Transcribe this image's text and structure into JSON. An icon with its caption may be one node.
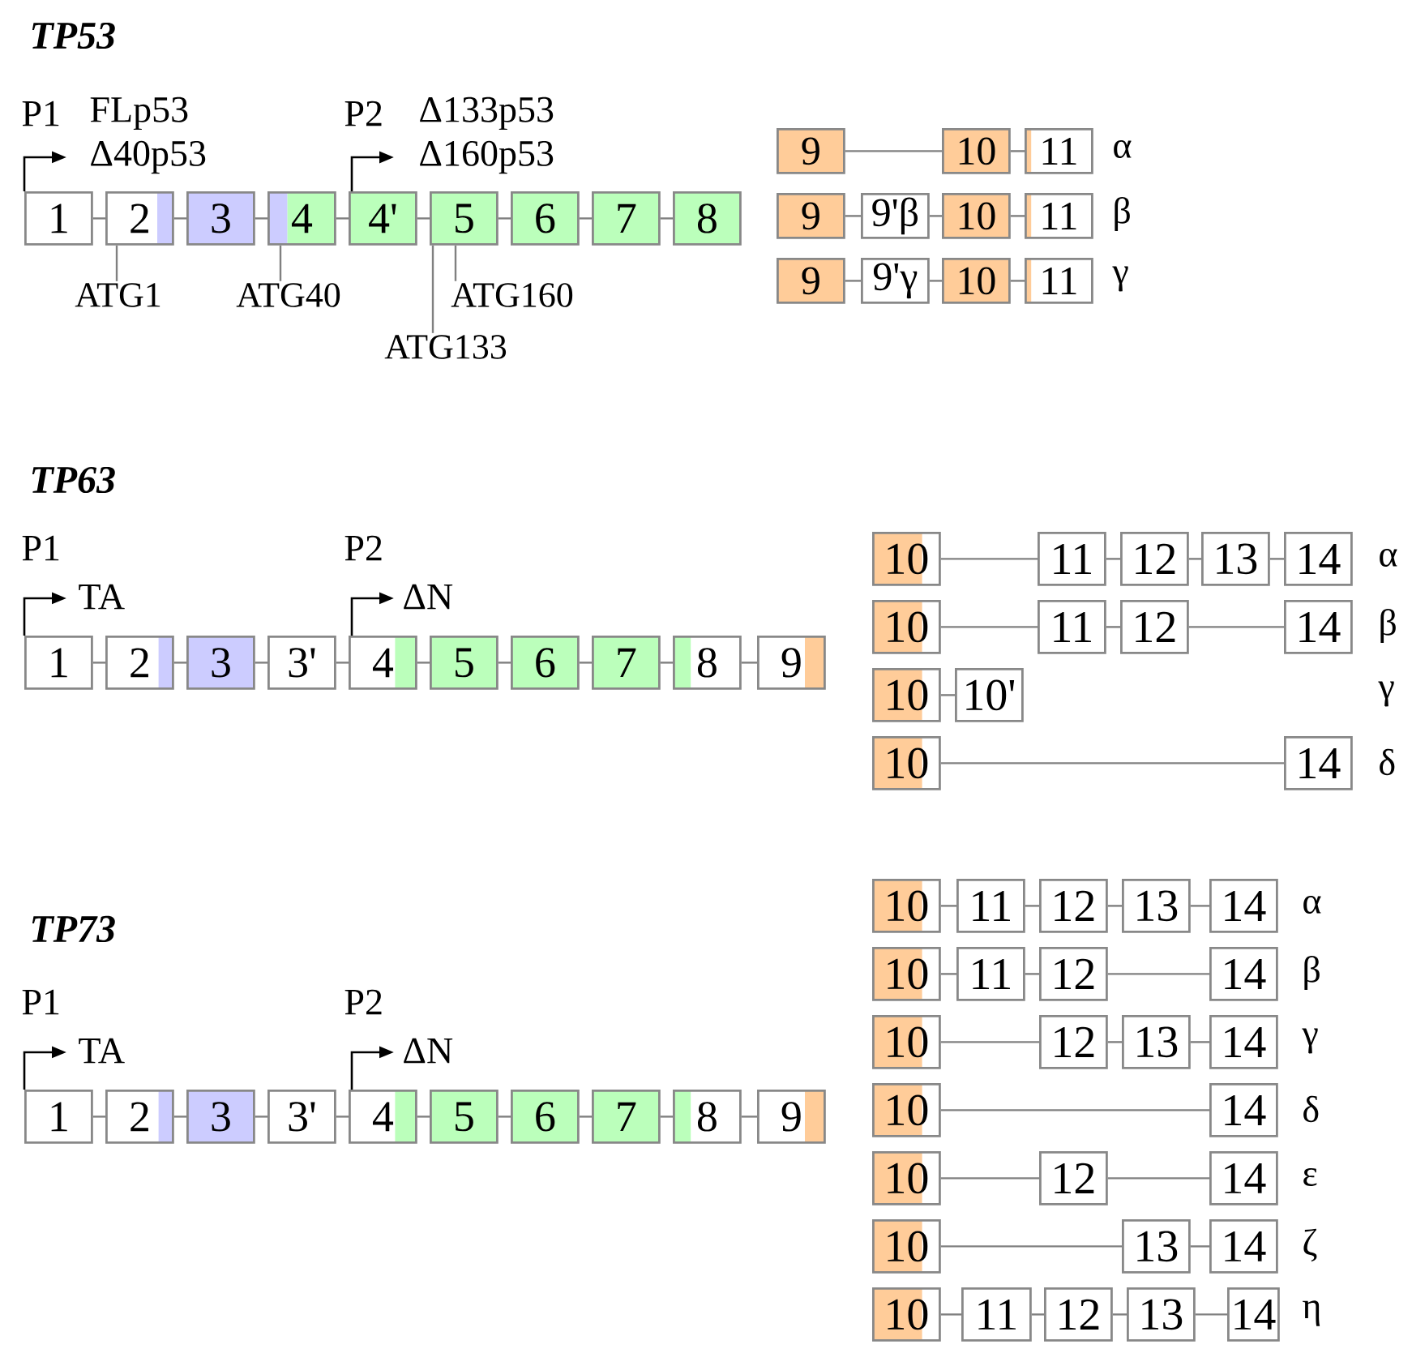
{
  "diagram": {
    "nodes": [
      {
        "text": [
          "1"
        ]
      },
      {
        "text": [
          "2"
        ]
      },
      {
        "text": [
          "3"
        ]
      },
      {
        "text": [
          "4"
        ]
      },
      {
        "text": [
          "4'"
        ]
      },
      {
        "text": [
          "5"
        ]
      },
      {
        "text": [
          "6"
        ]
      },
      {
        "text": [
          "7"
        ]
      },
      {
        "text": [
          "8"
        ]
      },
      {
        "text": [
          "ATG1"
        ]
      },
      {
        "text": [
          "ATG40"
        ]
      },
      {
        "text": [
          "ATG160"
        ]
      },
      {
        "text": [
          "ATG133"
        ]
      },
      {
        "text": [
          "9"
        ]
      },
      {
        "text": [
          "10"
        ]
      },
      {
        "text": [
          "11"
        ]
      },
      {
        "text": [
          "9"
        ]
      },
      {
        "text": [
          "9'β"
        ]
      },
      {
        "text": [
          "10"
        ]
      },
      {
        "text": [
          "11"
        ]
      },
      {
        "text": [
          "9"
        ]
      },
      {
        "text": [
          "9'γ"
        ]
      },
      {
        "text": [
          "10"
        ]
      },
      {
        "text": [
          "11"
        ]
      },
      {
        "text": [
          "1"
        ]
      },
      {
        "text": [
          "2"
        ]
      },
      {
        "text": [
          "3"
        ]
      },
      {
        "text": [
          "3'"
        ]
      },
      {
        "text": [
          "4"
        ]
      },
      {
        "text": [
          "5"
        ]
      },
      {
        "text": [
          "6"
        ]
      },
      {
        "text": [
          "7"
        ]
      },
      {
        "text": [
          "8"
        ]
      },
      {
        "text": [
          "9"
        ]
      },
      {
        "text": [
          "10"
        ]
      },
      {
        "text": [
          "11"
        ]
      },
      {
        "text": [
          "12"
        ]
      },
      {
        "text": [
          "13"
        ]
      },
      {
        "text": [
          "14"
        ]
      },
      {
        "text": [
          "10"
        ]
      },
      {
        "text": [
          "11"
        ]
      },
      {
        "text": [
          "12"
        ]
      },
      {
        "text": [
          "14"
        ]
      },
      {
        "text": [
          "10"
        ]
      },
      {
        "text": [
          "10'"
        ]
      },
      {
        "text": [
          "10"
        ]
      },
      {
        "text": [
          "14"
        ]
      },
      {
        "text": [
          "1"
        ]
      },
      {
        "text": [
          "2"
        ]
      },
      {
        "text": [
          "3"
        ]
      },
      {
        "text": [
          "3'"
        ]
      },
      {
        "text": [
          "4"
        ]
      },
      {
        "text": [
          "5"
        ]
      },
      {
        "text": [
          "6"
        ]
      },
      {
        "text": [
          "7"
        ]
      },
      {
        "text": [
          "8"
        ]
      },
      {
        "text": [
          "9"
        ]
      },
      {
        "text": [
          "10"
        ]
      },
      {
        "text": [
          "11"
        ]
      },
      {
        "text": [
          "12"
        ]
      },
      {
        "text": [
          "13"
        ]
      },
      {
        "text": [
          "14"
        ]
      },
      {
        "text": [
          "10"
        ]
      },
      {
        "text": [
          "11"
        ]
      },
      {
        "text": [
          "12"
        ]
      },
      {
        "text": [
          "14"
        ]
      },
      {
        "text": [
          "10"
        ]
      },
      {
        "text": [
          "12"
        ]
      },
      {
        "text": [
          "13"
        ]
      },
      {
        "text": [
          "14"
        ]
      },
      {
        "text": [
          "10"
        ]
      },
      {
        "text": [
          "14"
        ]
      },
      {
        "text": [
          "10"
        ]
      },
      {
        "text": [
          "12"
        ]
      },
      {
        "text": [
          "14"
        ]
      },
      {
        "text": [
          "10"
        ]
      },
      {
        "text": [
          "13"
        ]
      },
      {
        "text": [
          "14"
        ]
      },
      {
        "text": [
          "10"
        ]
      },
      {
        "text": [
          "11"
        ]
      },
      {
        "text": [
          "12"
        ]
      },
      {
        "text": [
          "13"
        ]
      },
      {
        "text": [
          "14"
        ]
      }
    ],
    "edges": [
      {
        "from": 0,
        "to": 1,
        "arrow": "none"
      },
      {
        "from": 1,
        "to": 2,
        "arrow": "none"
      },
      {
        "from": 2,
        "to": 3,
        "arrow": "none"
      },
      {
        "from": 3,
        "to": 4,
        "arrow": "none"
      },
      {
        "from": 4,
        "to": 5,
        "arrow": "none"
      },
      {
        "from": 5,
        "to": 6,
        "arrow": "none"
      },
      {
        "from": 6,
        "to": 7,
        "arrow": "none"
      },
      {
        "from": 7,
        "to": 8,
        "arrow": "none"
      },
      {
        "from": 9,
        "to": 1,
        "arrow": "none"
      },
      {
        "from": 10,
        "to": 3,
        "arrow": "none"
      },
      {
        "from": 11,
        "to": 5,
        "arrow": "none"
      },
      {
        "from": 12,
        "to": 5,
        "arrow": "none"
      },
      {
        "from": 13,
        "to": 14,
        "arrow": "none"
      },
      {
        "from": 14,
        "to": 15,
        "arrow": "none"
      },
      {
        "from": 16,
        "to": 17,
        "arrow": "none"
      },
      {
        "from": 17,
        "to": 18,
        "arrow": "none"
      },
      {
        "from": 18,
        "to": 19,
        "arrow": "none"
      },
      {
        "from": 20,
        "to": 21,
        "arrow": "none"
      },
      {
        "from": 21,
        "to": 22,
        "arrow": "none"
      },
      {
        "from": 22,
        "to": 23,
        "arrow": "none"
      },
      {
        "from": 24,
        "to": 25,
        "arrow": "none"
      },
      {
        "from": 25,
        "to": 26,
        "arrow": "none"
      },
      {
        "from": 26,
        "to": 27,
        "arrow": "none"
      },
      {
        "from": 27,
        "to": 28,
        "arrow": "none"
      },
      {
        "from": 28,
        "to": 29,
        "arrow": "none"
      },
      {
        "from": 29,
        "to": 30,
        "arrow": "none"
      },
      {
        "from": 30,
        "to": 31,
        "arrow": "none"
      },
      {
        "from": 31,
        "to": 32,
        "arrow": "none"
      },
      {
        "from": 32,
        "to": 33,
        "arrow": "none"
      },
      {
        "from": 34,
        "to": 35,
        "arrow": "none"
      },
      {
        "from": 35,
        "to": 36,
        "arrow": "none"
      },
      {
        "from": 36,
        "to": 37,
        "arrow": "none"
      },
      {
        "from": 37,
        "to": 38,
        "arrow": "none"
      },
      {
        "from": 39,
        "to": 40,
        "arrow": "none"
      },
      {
        "from": 40,
        "to": 41,
        "arrow": "none"
      },
      {
        "from": 41,
        "to": 42,
        "arrow": "none"
      },
      {
        "from": 43,
        "to": 44,
        "arrow": "none"
      },
      {
        "from": 45,
        "to": 46,
        "arrow": "none"
      },
      {
        "from": 47,
        "to": 48,
        "arrow": "none"
      },
      {
        "from": 48,
        "to": 49,
        "arrow": "none"
      },
      {
        "from": 49,
        "to": 50,
        "arrow": "none"
      },
      {
        "from": 50,
        "to": 51,
        "arrow": "none"
      },
      {
        "from": 51,
        "to": 52,
        "arrow": "none"
      },
      {
        "from": 52,
        "to": 53,
        "arrow": "none"
      },
      {
        "from": 53,
        "to": 54,
        "arrow": "none"
      },
      {
        "from": 54,
        "to": 55,
        "arrow": "none"
      },
      {
        "from": 55,
        "to": 56,
        "arrow": "none"
      },
      {
        "from": 57,
        "to": 58,
        "arrow": "none"
      },
      {
        "from": 58,
        "to": 59,
        "arrow": "none"
      },
      {
        "from": 59,
        "to": 60,
        "arrow": "none"
      },
      {
        "from": 60,
        "to": 61,
        "arrow": "none"
      },
      {
        "from": 62,
        "to": 63,
        "arrow": "none"
      },
      {
        "from": 63,
        "to": 64,
        "arrow": "none"
      },
      {
        "from": 64,
        "to": 65,
        "arrow": "none"
      },
      {
        "from": 66,
        "to": 67,
        "arrow": "none"
      },
      {
        "from": 67,
        "to": 68,
        "arrow": "none"
      },
      {
        "from": 68,
        "to": 69,
        "arrow": "none"
      },
      {
        "from": 70,
        "to": 71,
        "arrow": "none"
      },
      {
        "from": 72,
        "to": 73,
        "arrow": "none"
      },
      {
        "from": 73,
        "to": 74,
        "arrow": "none"
      },
      {
        "from": 75,
        "to": 76,
        "arrow": "none"
      },
      {
        "from": 76,
        "to": 77,
        "arrow": "none"
      },
      {
        "from": 78,
        "to": 79,
        "arrow": "none"
      },
      {
        "from": 79,
        "to": 80,
        "arrow": "none"
      },
      {
        "from": 80,
        "to": 81,
        "arrow": "none"
      },
      {
        "from": 81,
        "to": 82,
        "arrow": "none"
      }
    ],
    "labels": [
      "TP53",
      "P1",
      "FLp53",
      "Δ40p53",
      "P2",
      "Δ133p53",
      "Δ160p53",
      "α",
      "β",
      "γ",
      "TP63",
      "P1",
      "TA",
      "P2",
      "ΔN",
      "α",
      "β",
      "γ",
      "δ",
      "TP73",
      "P1",
      "TA",
      "P2",
      "ΔN",
      "α",
      "β",
      "γ",
      "δ",
      "ε",
      "ζ",
      "η"
    ]
  }
}
